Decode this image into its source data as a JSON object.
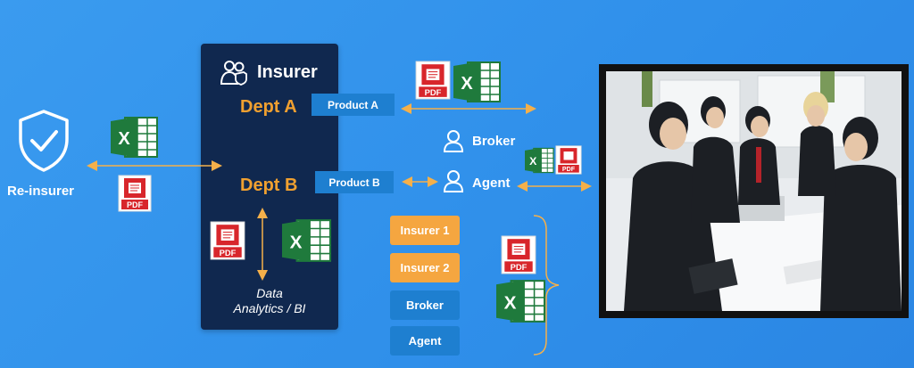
{
  "reinsurer": {
    "label": "Re-insurer"
  },
  "insurer": {
    "title": "Insurer",
    "dept_a": "Dept A",
    "dept_b": "Dept B",
    "data_line1": "Data",
    "data_line2": "Analytics / BI"
  },
  "products": {
    "a": "Product A",
    "b": "Product B"
  },
  "parties": {
    "broker": "Broker",
    "agent": "Agent"
  },
  "stack": [
    "Insurer 1",
    "Insurer 2",
    "Broker",
    "Agent"
  ],
  "file_icons": {
    "excel_letter": "X",
    "pdf_text": "PDF"
  },
  "colors": {
    "background": "#3395ed",
    "panel": "#10284f",
    "dept_text": "#f0a030",
    "product_box": "#1e7fd0",
    "stack_orange": "#f5a640",
    "excel_green": "#1f7a3c",
    "pdf_red": "#d8262b",
    "arrow": "#f5b04a"
  }
}
